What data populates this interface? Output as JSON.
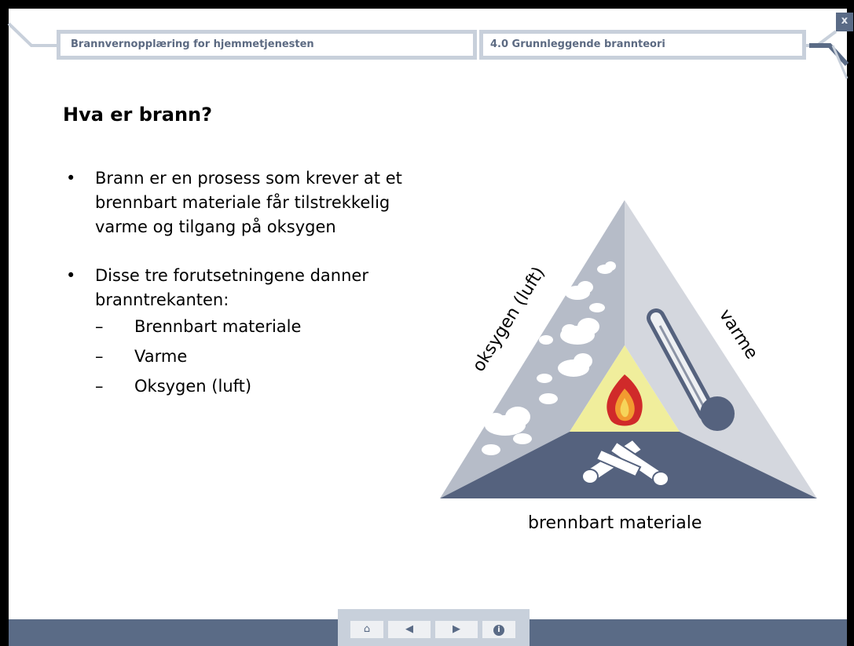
{
  "header": {
    "course_title": "Brannvernopplæring for hjemmetjenesten",
    "chapter_title": "4.0 Grunnleggende brannteori",
    "close_label": "x"
  },
  "main": {
    "title": "Hva er brann?",
    "bullets": [
      "Brann er en prosess som krever at et brennbart materiale får tilstrekkelig varme og tilgang på oksygen",
      "Disse tre forutsetningene danner branntrekanten:"
    ],
    "subitems": [
      "Brennbart materiale",
      "Varme",
      "Oksygen (luft)"
    ]
  },
  "diagram": {
    "label_oxygen": "oksygen (luft)",
    "label_heat": "varme",
    "label_fuel": "brennbart materiale"
  },
  "nav": {
    "home_icon": "⌂",
    "prev_icon": "◀",
    "next_icon": "▶",
    "info_icon": "i"
  },
  "colors": {
    "frame": "#000000",
    "bar": "#5a6b86",
    "tab_border": "#c8d0db",
    "triangle_left": "#b6bcc8",
    "triangle_right": "#d4d7de",
    "triangle_bottom": "#55627e",
    "flame_bg": "#f0ee9c"
  }
}
